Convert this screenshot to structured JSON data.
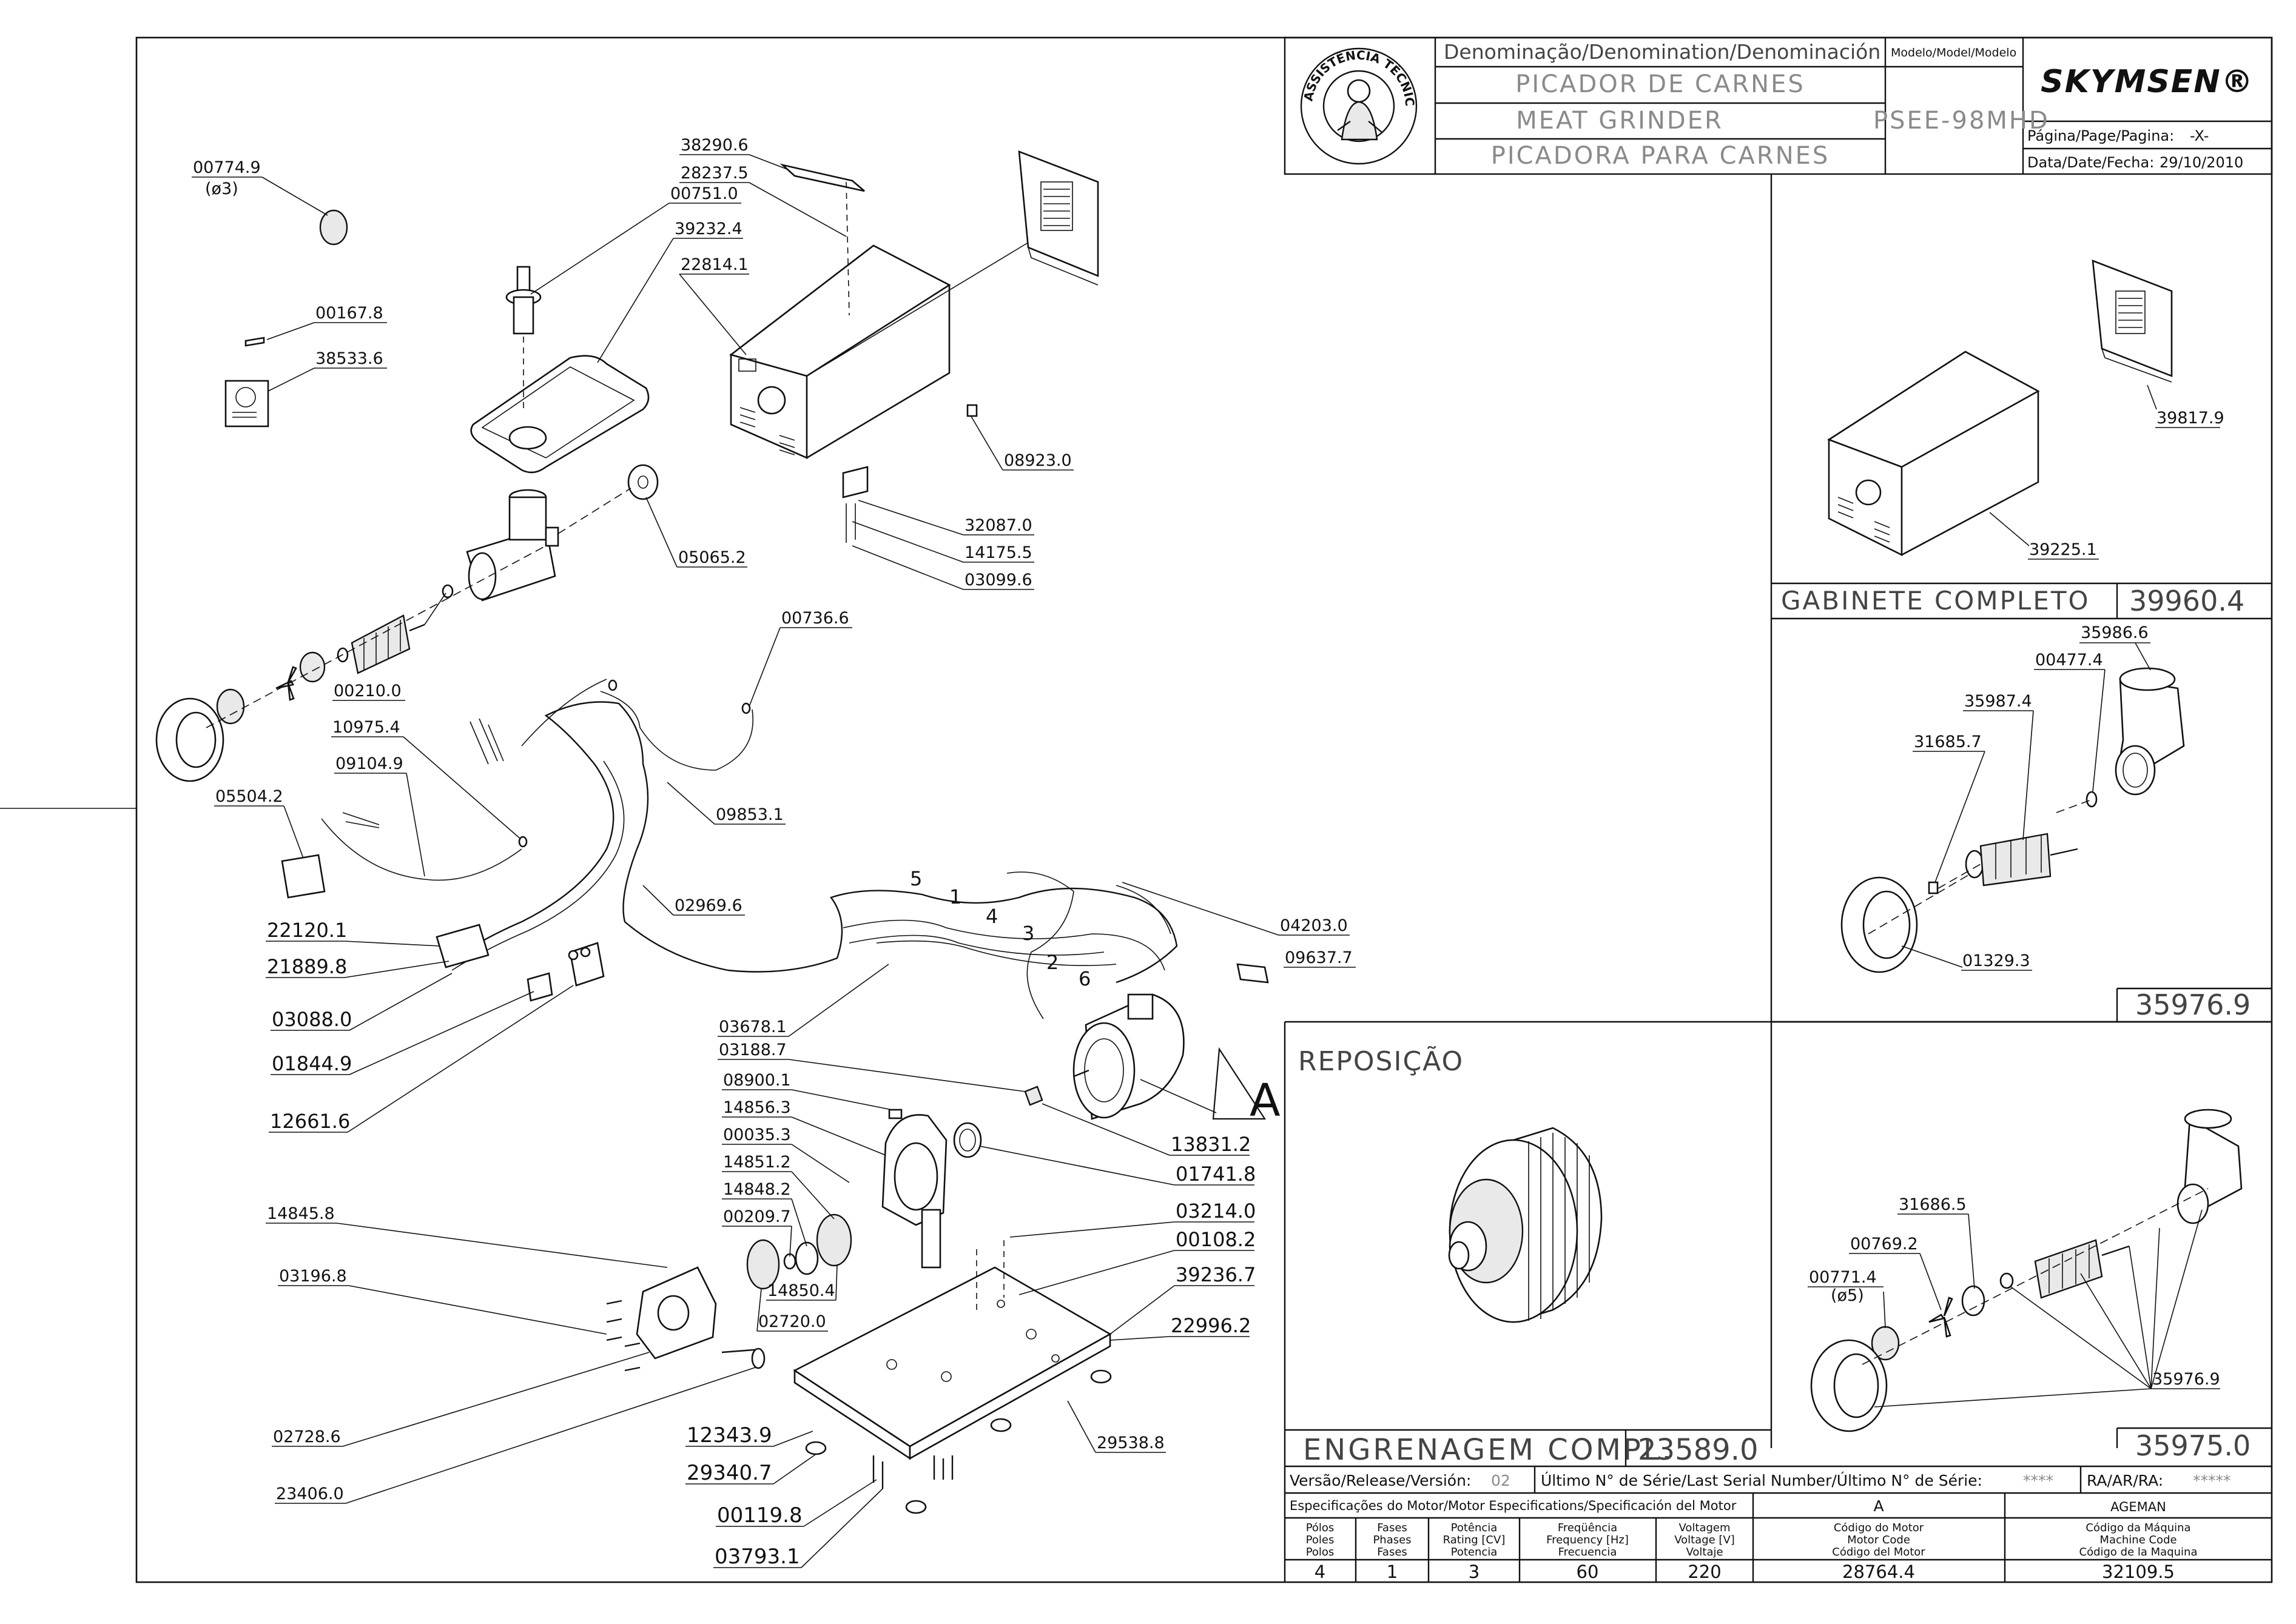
{
  "title_block": {
    "denomination_header": "Denominação/Denomination/Denominación",
    "model_header": "Modelo/Model/Modelo",
    "name_pt": "PICADOR DE CARNES",
    "name_en": "MEAT GRINDER",
    "name_es": "PICADORA PARA CARNES",
    "model_value": "PSEE-98MHD",
    "brand": "SKYMSEN®",
    "seal_text": "ASSISTÊNCIA TÉCNICA AUTORIZADA",
    "page_label": "Página/Page/Pagina:",
    "page_value": "-X-",
    "date_label": "Data/Date/Fecha:",
    "date_value": "29/10/2010"
  },
  "kits": {
    "cabinet_title": "GABINETE COMPLETO",
    "cabinet_code": "39960.4",
    "kit_35976_code": "35976.9",
    "kit_35975_code": "35975.0",
    "reposicao_title": "REPOSIÇÃO",
    "gear_title": "ENGRENAGEM COMPL.",
    "gear_code": "23589.0",
    "motor_marker": "A"
  },
  "footer": {
    "version_label": "Versão/Release/Versión:",
    "version_value": "02",
    "serial_label": "Último N° de Série/Last Serial Number/Último N° de Série:",
    "serial_value": "****",
    "ra_label": "RA/AR/RA:",
    "ra_value": "*****",
    "motor_spec_title": "Especificações do Motor/Motor Especifications/Specificación del Motor",
    "motor_supplier": "A",
    "machine_supplier": "AGEMAN",
    "headers": [
      [
        "Pólos",
        "Poles",
        "Polos"
      ],
      [
        "Fases",
        "Phases",
        "Fases"
      ],
      [
        "Potência",
        "Rating [CV]",
        "Potencia"
      ],
      [
        "Freqüência",
        "Frequency [Hz]",
        "Frecuencia"
      ],
      [
        "Voltagem",
        "Voltage [V]",
        "Voltaje"
      ],
      [
        "Código do Motor",
        "Motor Code",
        "Código del Motor"
      ],
      [
        "Código da Máquina",
        "Machine Code",
        "Código de la Maquina"
      ]
    ],
    "values": [
      "4",
      "1",
      "3",
      "60",
      "220",
      "28764.4",
      "32109.5"
    ]
  },
  "part_labels": {
    "p00774": "00774.9",
    "p00774_note": "(ø3)",
    "p38290": "38290.6",
    "p28237": "28237.5",
    "p00751": "00751.0",
    "p39232": "39232.4",
    "p22814": "22814.1",
    "p00167": "00167.8",
    "p38533": "38533.6",
    "p08923": "08923.0",
    "p32087": "32087.0",
    "p14175": "14175.5",
    "p03099": "03099.6",
    "p05065": "05065.2",
    "p00736": "00736.6",
    "p00210": "00210.0",
    "p10975": "10975.4",
    "p09104": "09104.9",
    "p05504": "05504.2",
    "p09853": "09853.1",
    "p02969": "02969.6",
    "p22120": "22120.1",
    "p21889": "21889.8",
    "p03088": "03088.0",
    "p01844": "01844.9",
    "p12661": "12661.6",
    "p04203": "04203.0",
    "p09637": "09637.7",
    "p03678": "03678.1",
    "p03188": "03188.7",
    "p08900": "08900.1",
    "p14856": "14856.3",
    "p00035": "00035.3",
    "p14851": "14851.2",
    "p14848": "14848.2",
    "p00209": "00209.7",
    "p14850": "14850.4",
    "p02720": "02720.0",
    "p14845": "14845.8",
    "p03196": "03196.8",
    "p02728": "02728.6",
    "p23406": "23406.0",
    "p13831": "13831.2",
    "p01741": "01741.8",
    "p03214": "03214.0",
    "p00108": "00108.2",
    "p39236": "39236.7",
    "p22996": "22996.2",
    "p12343": "12343.9",
    "p29340": "29340.7",
    "p00119": "00119.8",
    "p03793": "03793.1",
    "p29538": "29538.8",
    "p39817": "39817.9",
    "p39225": "39225.1",
    "p35986": "35986.6",
    "p00477": "00477.4",
    "p35987": "35987.4",
    "p31685": "31685.7",
    "p01329": "01329.3",
    "p31686": "31686.5",
    "p00769": "00769.2",
    "p00771": "00771.4",
    "p00771_note": "(ø5)",
    "p35976b": "35976.9"
  },
  "wire_numbers": [
    "5",
    "1",
    "4",
    "3",
    "2",
    "6"
  ]
}
